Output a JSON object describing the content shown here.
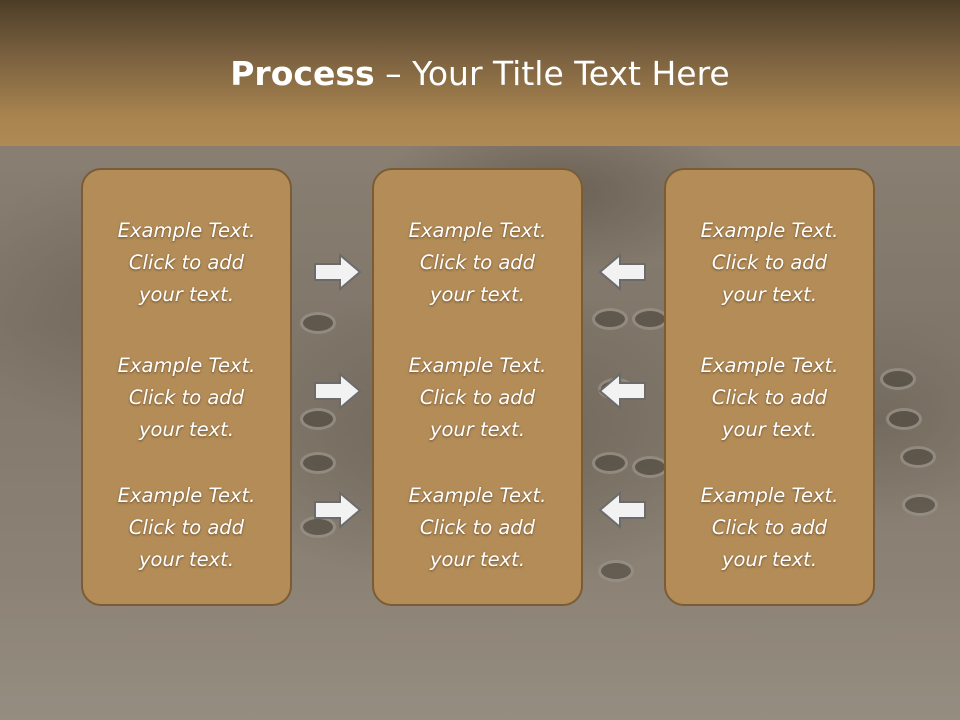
{
  "slide": {
    "title_bold": "Process",
    "title_rest": " – Your Title Text Here"
  },
  "columns": [
    {
      "blocks": [
        {
          "line1": "Example Text.",
          "line2": "Click  to add",
          "line3": "your text."
        },
        {
          "line1": "Example Text.",
          "line2": "Click  to add",
          "line3": "your text."
        },
        {
          "line1": "Example Text.",
          "line2": "Click  to add",
          "line3": "your text."
        }
      ]
    },
    {
      "blocks": [
        {
          "line1": "Example Text.",
          "line2": "Click  to add",
          "line3": "your text."
        },
        {
          "line1": "Example Text.",
          "line2": "Click  to add",
          "line3": "your text."
        },
        {
          "line1": "Example Text.",
          "line2": "Click  to add",
          "line3": "your text."
        }
      ]
    },
    {
      "blocks": [
        {
          "line1": "Example Text.",
          "line2": "Click  to add",
          "line3": "your text."
        },
        {
          "line1": "Example Text.",
          "line2": "Click  to add",
          "line3": "your text."
        },
        {
          "line1": "Example Text.",
          "line2": "Click  to add",
          "line3": "your text."
        }
      ]
    }
  ],
  "arrows": {
    "left_group": "right-arrow-icon",
    "right_group": "left-arrow-icon"
  },
  "colors": {
    "header_top": "#4d3d27",
    "header_bottom": "#b08a53",
    "box_fill": "#b38c57",
    "box_border": "#7a5d36",
    "text": "#ffffff",
    "arrow_fill": "#f2f2f2",
    "arrow_stroke": "#6b6b6b"
  }
}
